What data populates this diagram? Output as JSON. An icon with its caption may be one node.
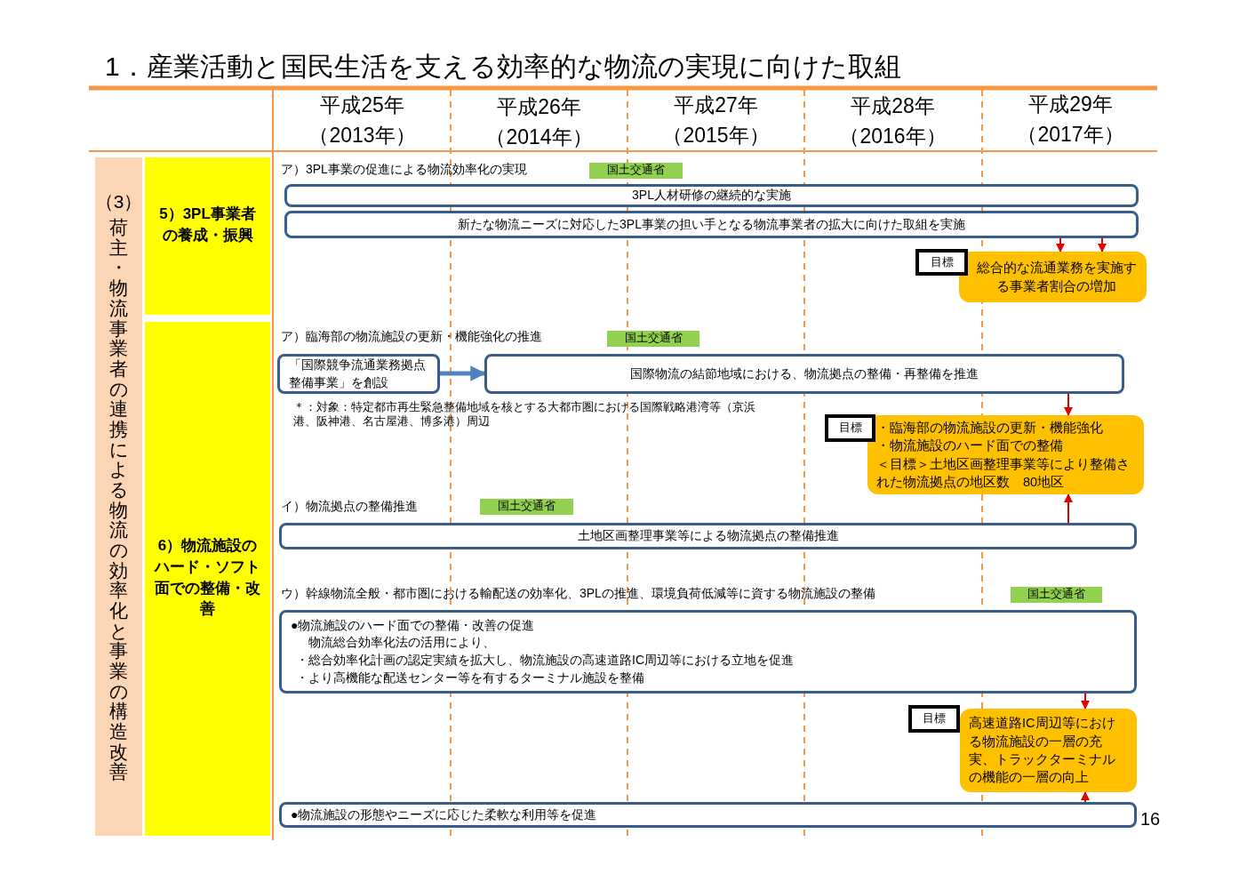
{
  "diagram": {
    "title": "1．産業活動と国民生活を支える効率的な物流の実現に向けた取組",
    "nodes": [
      {
        "text": [
          "（3）",
          "荷主・物流事業者の連携による物流の効率化と事業の構造改善"
        ]
      },
      {
        "text": [
          "5）3PL事業者の養成・振興"
        ]
      },
      {
        "text": [
          "6）物流施設のハード・ソフト面での整備・改善"
        ]
      },
      {
        "text": [
          "国土交通省"
        ]
      },
      {
        "text": [
          "3PL人材研修の継続的な実施"
        ]
      },
      {
        "text": [
          "新たな物流ニーズに対応した3PL事業の担い手となる物流事業者の拡大に向けた取組を実施"
        ]
      },
      {
        "text": [
          "目標"
        ]
      },
      {
        "text": [
          "総合的な流通業務を実施する事業者割合の増加"
        ]
      },
      {
        "text": [
          "国土交通省"
        ]
      },
      {
        "text": [
          "「国際競争流通業務拠点整備事業」を創設"
        ]
      },
      {
        "text": [
          "国際物流の結節地域における、物流拠点の整備・再整備を推進"
        ]
      },
      {
        "text": [
          "目標"
        ]
      },
      {
        "text": [
          "・臨海部の物流施設の更新・機能強化",
          "・物流施設のハード面での整備",
          "＜目標＞土地区画整理事業等により整備された物流拠点の地区数　80地区"
        ]
      },
      {
        "text": [
          "国土交通省"
        ]
      },
      {
        "text": [
          "土地区画整理事業等による物流拠点の整備推進"
        ]
      },
      {
        "text": [
          "国土交通省"
        ]
      },
      {
        "text": [
          "●物流施設のハード面での整備・改善の促進",
          "物流総合効率化法の活用により、",
          "・総合効率化計画の認定実績を拡大し、物流施設の高速道路IC周辺等における立地を促進",
          "・より高機能な配送センター等を有するターミナル施設を整備"
        ]
      },
      {
        "text": [
          "目標"
        ]
      },
      {
        "text": [
          "高速道路IC周辺等における物流施設の一層の充実、トラックターミナルの機能の一層の向上"
        ]
      },
      {
        "text": [
          "●物流施設の形態やニーズに応じた柔軟な利用等を促進"
        ]
      }
    ],
    "edges": [
      {
        "from": 9,
        "to": 10,
        "arrow": "to",
        "style": "thick",
        "color": "#4f81bd"
      },
      {
        "from": 5,
        "to": 7,
        "arrow": "to"
      },
      {
        "from": 5,
        "to": 7,
        "arrow": "to"
      },
      {
        "from": 10,
        "to": 12,
        "arrow": "to"
      },
      {
        "from": 14,
        "to": 12,
        "arrow": "to"
      },
      {
        "from": 16,
        "to": 18,
        "arrow": "to"
      },
      {
        "from": 19,
        "to": 18,
        "arrow": "to"
      }
    ],
    "labels": [
      "平成25年",
      "（2013年）",
      "平成26年",
      "（2014年）",
      "平成27年",
      "（2015年）",
      "平成28年",
      "（2016年）",
      "平成29年",
      "（2017年）",
      "ア）3PL事業の促進による物流効率化の実現",
      "ア）臨海部の物流施設の更新・機能強化の推進",
      "＊：対象：特定都市再生緊急整備地域を核とする大都市圏における国際戦略港湾等（京浜港、阪神港、名古屋港、博多港）周辺",
      "イ）物流拠点の整備推進",
      "ウ）幹線物流全般・都市圏における輸配送の効率化、3PLの推進、環境負荷低減等に資する物流施設の整備",
      "16"
    ]
  }
}
